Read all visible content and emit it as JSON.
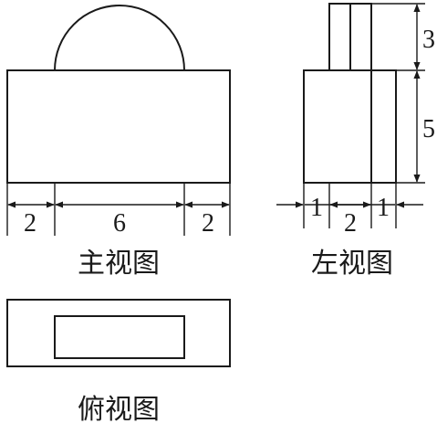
{
  "front_view": {
    "caption": "主视图",
    "dims": {
      "left": "2",
      "middle": "6",
      "right": "2"
    }
  },
  "left_view": {
    "caption": "左视图",
    "dims": {
      "top_height": "3",
      "body_height": "5",
      "left": "1",
      "middle": "2",
      "right": "1"
    }
  },
  "top_view": {
    "caption": "俯视图"
  }
}
